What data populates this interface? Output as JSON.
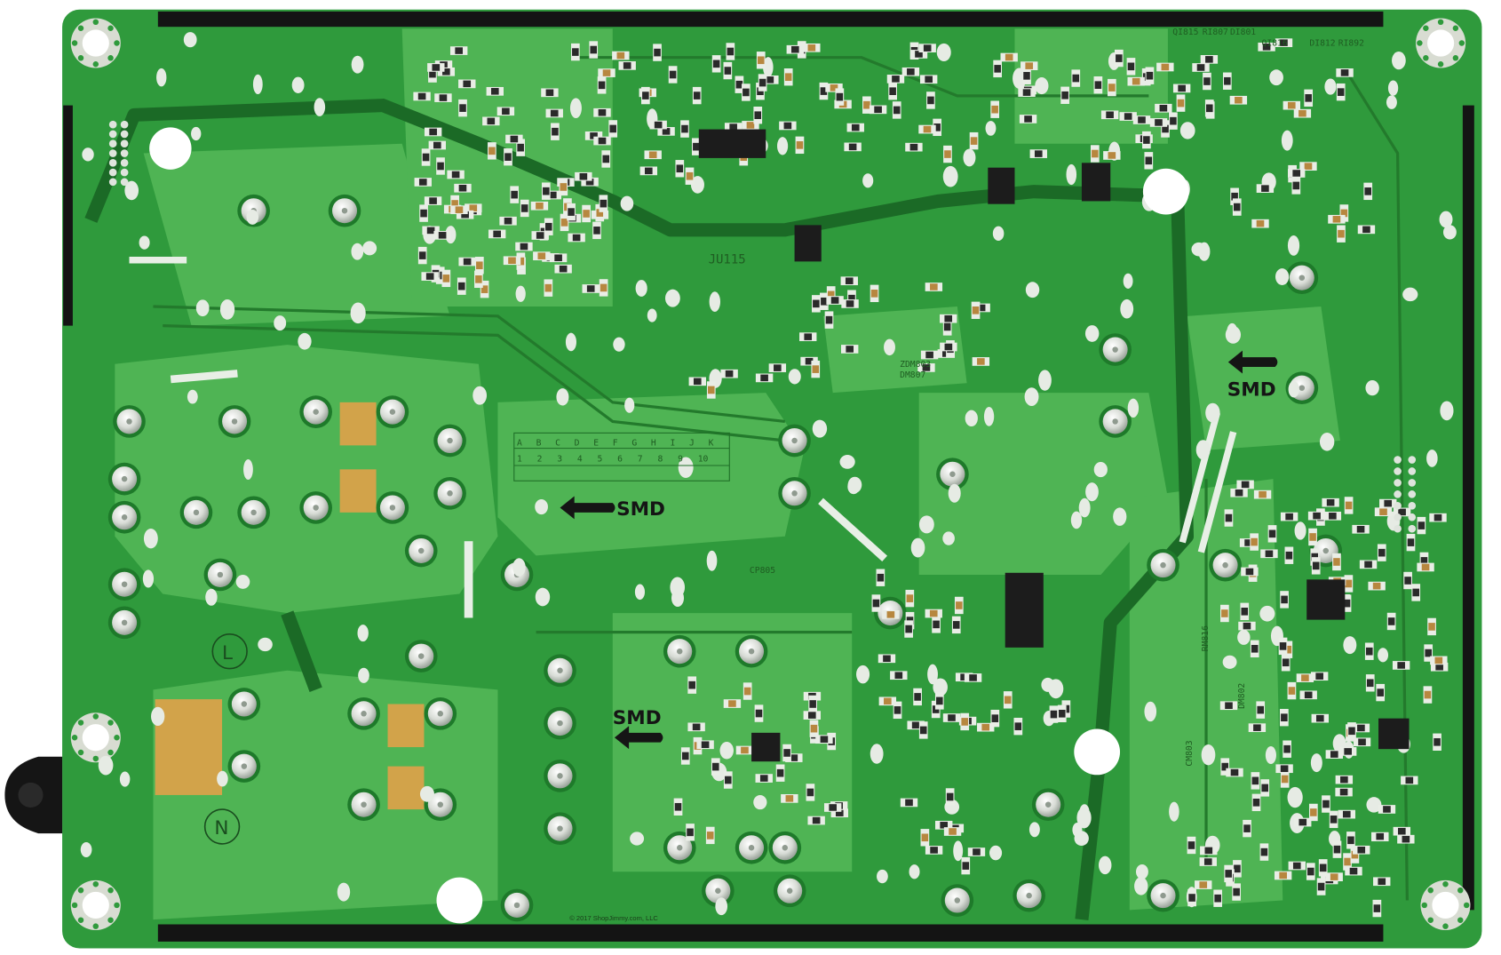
{
  "board": {
    "copyright": "© 2017 ShopJimmy.com, LLC",
    "smd_labels": [
      "SMD",
      "SMD",
      "SMD"
    ],
    "mains_labels": {
      "live": "L",
      "neutral": "N"
    },
    "jumper_label": "JU115",
    "grid_letters": [
      "A",
      "B",
      "C",
      "D",
      "E",
      "F",
      "G",
      "H",
      "I",
      "J",
      "K"
    ],
    "grid_numbers": [
      "1",
      "2",
      "3",
      "4",
      "5",
      "6",
      "7",
      "8",
      "9",
      "10"
    ],
    "component_labels": {
      "q1": "QI815",
      "r1": "RI807",
      "d1": "DI801",
      "q2": "QI816",
      "d2": "DI812",
      "r2": "RI892",
      "zd": "ZDM803",
      "dm": "DM807",
      "dm2": "DM802",
      "cm": "CM803",
      "rm": "RM816",
      "cp": "CP805"
    },
    "colors": {
      "solder_mask": "#2f9a3c",
      "copper_pour": "#4fb454",
      "pad": "#e4e8e2",
      "black": "#141414"
    }
  }
}
